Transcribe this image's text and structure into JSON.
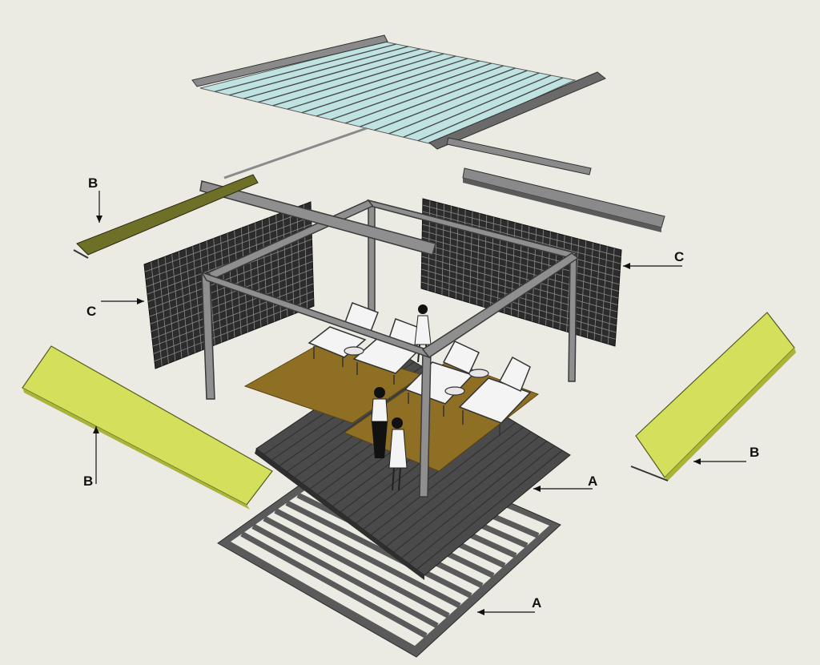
{
  "labels": {
    "a_upper": "A",
    "a_lower": "A",
    "b_top_left": "B",
    "b_left": "B",
    "b_right": "B",
    "c_left": "C",
    "c_right": "C"
  },
  "colors": {
    "background": "#ecebe3",
    "roof_glass": "#bfe3e1",
    "beam_grey": "#8a8a8a",
    "frame_grey": "#8f8f8f",
    "screen_dark": "#2c2c2c",
    "deck_dark": "#4a4a4a",
    "rug_ochre": "#8f6f24",
    "awning_lime": "#d4e05c",
    "awning_olive": "#6e7028",
    "lounger_white": "#f4f4f4"
  }
}
